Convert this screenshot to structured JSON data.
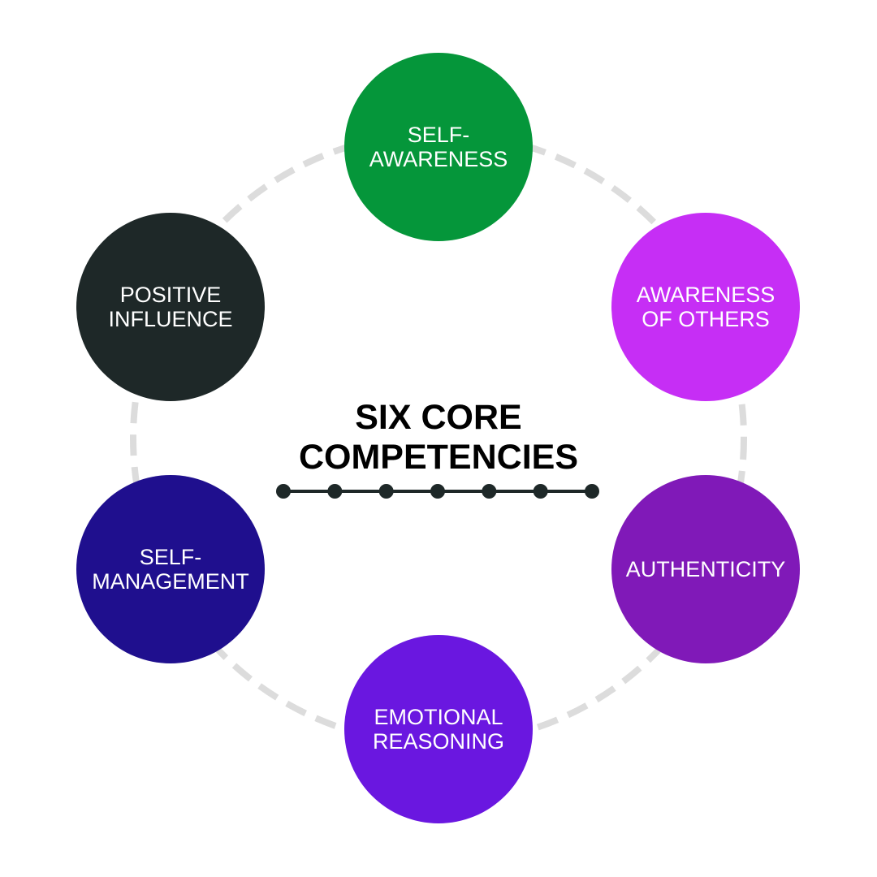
{
  "title": {
    "line1": "SIX CORE",
    "line2": "COMPETENCIES"
  },
  "competencies": [
    {
      "line1": "SELF-",
      "line2": "AWARENESS",
      "color": "#05963a"
    },
    {
      "line1": "AWARENESS",
      "line2": "OF OTHERS",
      "color": "#c62ef5"
    },
    {
      "line1": "AUTHENTICITY",
      "line2": "",
      "color": "#8019b8"
    },
    {
      "line1": "EMOTIONAL",
      "line2": "REASONING",
      "color": "#6a17e0"
    },
    {
      "line1": "SELF-",
      "line2": "MANAGEMENT",
      "color": "#1f0f8e"
    },
    {
      "line1": "POSITIVE",
      "line2": "INFLUENCE",
      "color": "#1e2828"
    }
  ],
  "ring_color": "#dcdcdc",
  "divider_color": "#1e2828",
  "divider_dots": 7
}
